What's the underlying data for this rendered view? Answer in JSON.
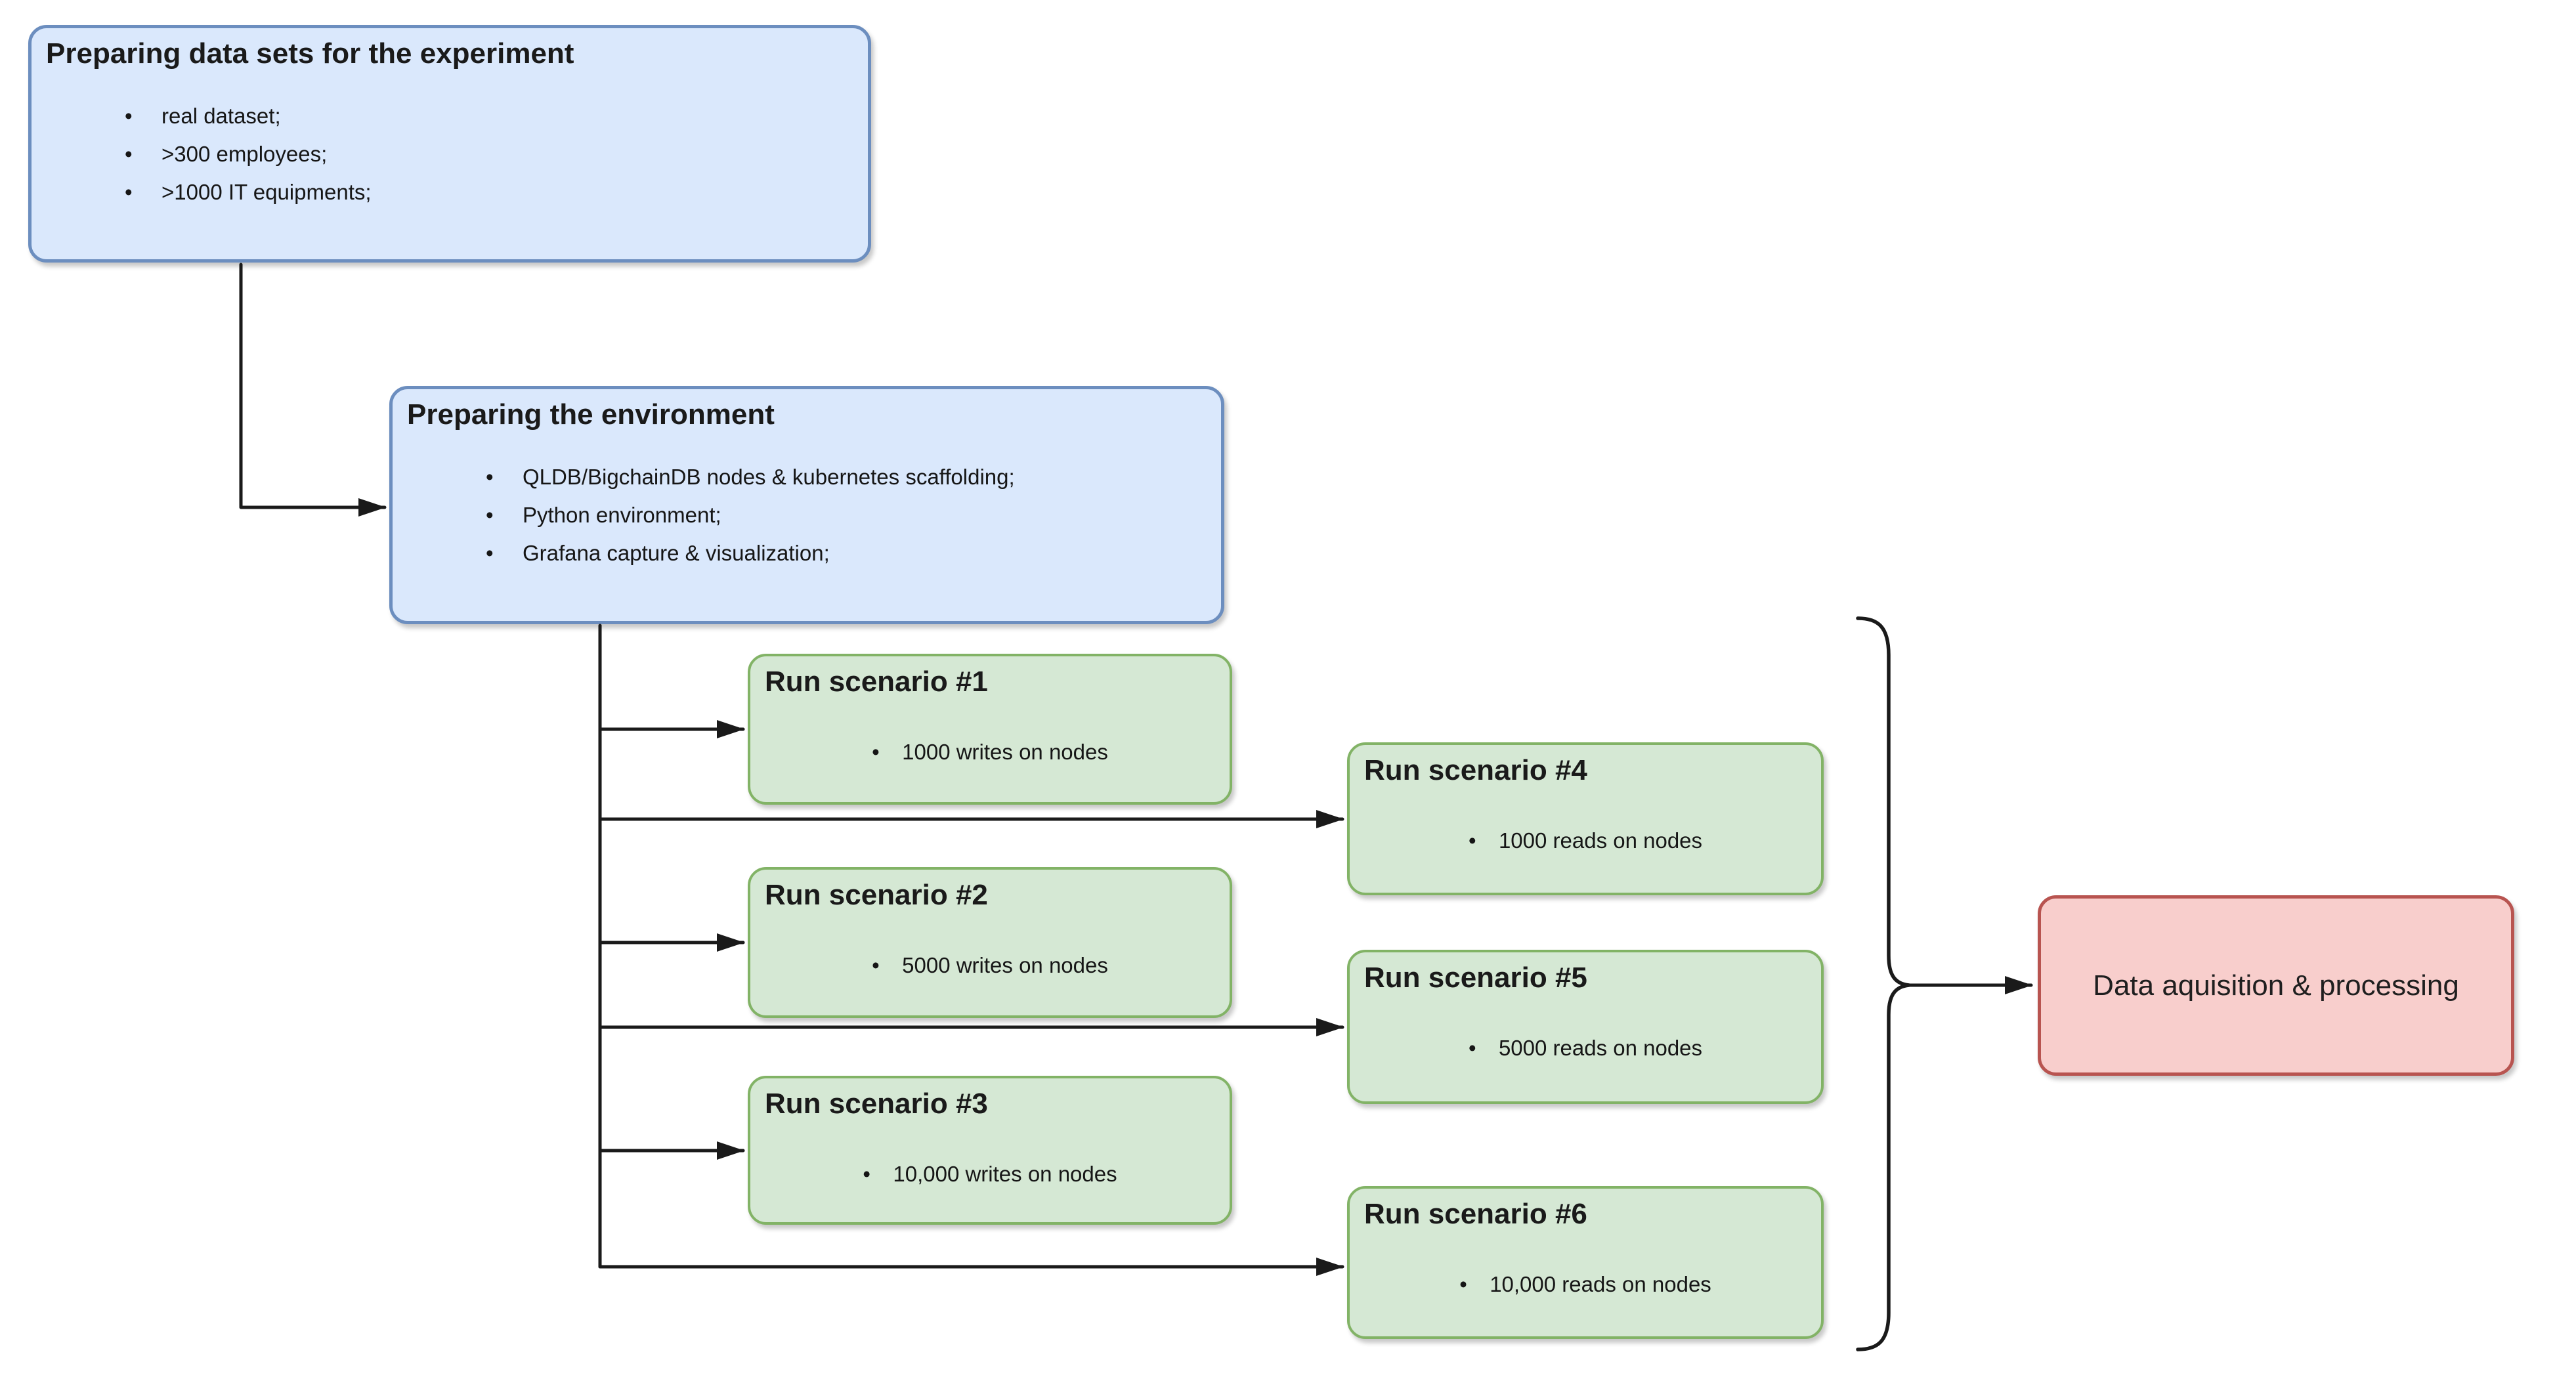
{
  "diagram": {
    "title_hint": "Experiment workflow diagram",
    "colors": {
      "blue_fill": "#dae8fc",
      "blue_stroke": "#6c8ebf",
      "green_fill": "#d5e8d4",
      "green_stroke": "#82b366",
      "red_fill": "#f8cecc",
      "red_stroke": "#b85450",
      "connector": "#1a1a1a",
      "text": "#1a1a1a",
      "background": "#ffffff"
    },
    "nodes": [
      {
        "id": "prepare-datasets",
        "kind": "process-blue",
        "title": "Preparing data sets for the experiment",
        "bullets": [
          "real dataset;",
          ">300 employees;",
          ">1000 IT equipments;"
        ]
      },
      {
        "id": "prepare-environment",
        "kind": "process-blue",
        "title": "Preparing the environment",
        "bullets": [
          "QLDB/BigchainDB nodes & kubernetes scaffolding;",
          "Python environment;",
          "Grafana capture & visualization;"
        ]
      },
      {
        "id": "scenario-1",
        "kind": "scenario-green",
        "title": "Run scenario #1",
        "bullets": [
          "1000 writes on nodes"
        ]
      },
      {
        "id": "scenario-2",
        "kind": "scenario-green",
        "title": "Run scenario #2",
        "bullets": [
          "5000 writes on nodes"
        ]
      },
      {
        "id": "scenario-3",
        "kind": "scenario-green",
        "title": "Run scenario #3",
        "bullets": [
          "10,000 writes on nodes"
        ]
      },
      {
        "id": "scenario-4",
        "kind": "scenario-green",
        "title": "Run scenario #4",
        "bullets": [
          "1000 reads on nodes"
        ]
      },
      {
        "id": "scenario-5",
        "kind": "scenario-green",
        "title": "Run scenario #5",
        "bullets": [
          "5000 reads on nodes"
        ]
      },
      {
        "id": "scenario-6",
        "kind": "scenario-green",
        "title": "Run scenario #6",
        "bullets": [
          "10,000 reads on nodes"
        ]
      },
      {
        "id": "data-acquisition",
        "kind": "result-red",
        "title": "Data aquisition & processing",
        "bullets": []
      }
    ],
    "edges": [
      "prepare-datasets -> prepare-environment",
      "prepare-environment -> scenario-1",
      "prepare-environment -> scenario-2",
      "prepare-environment -> scenario-3",
      "prepare-environment -> scenario-4",
      "prepare-environment -> scenario-5",
      "prepare-environment -> scenario-6",
      "scenarios-brace -> data-acquisition"
    ]
  }
}
